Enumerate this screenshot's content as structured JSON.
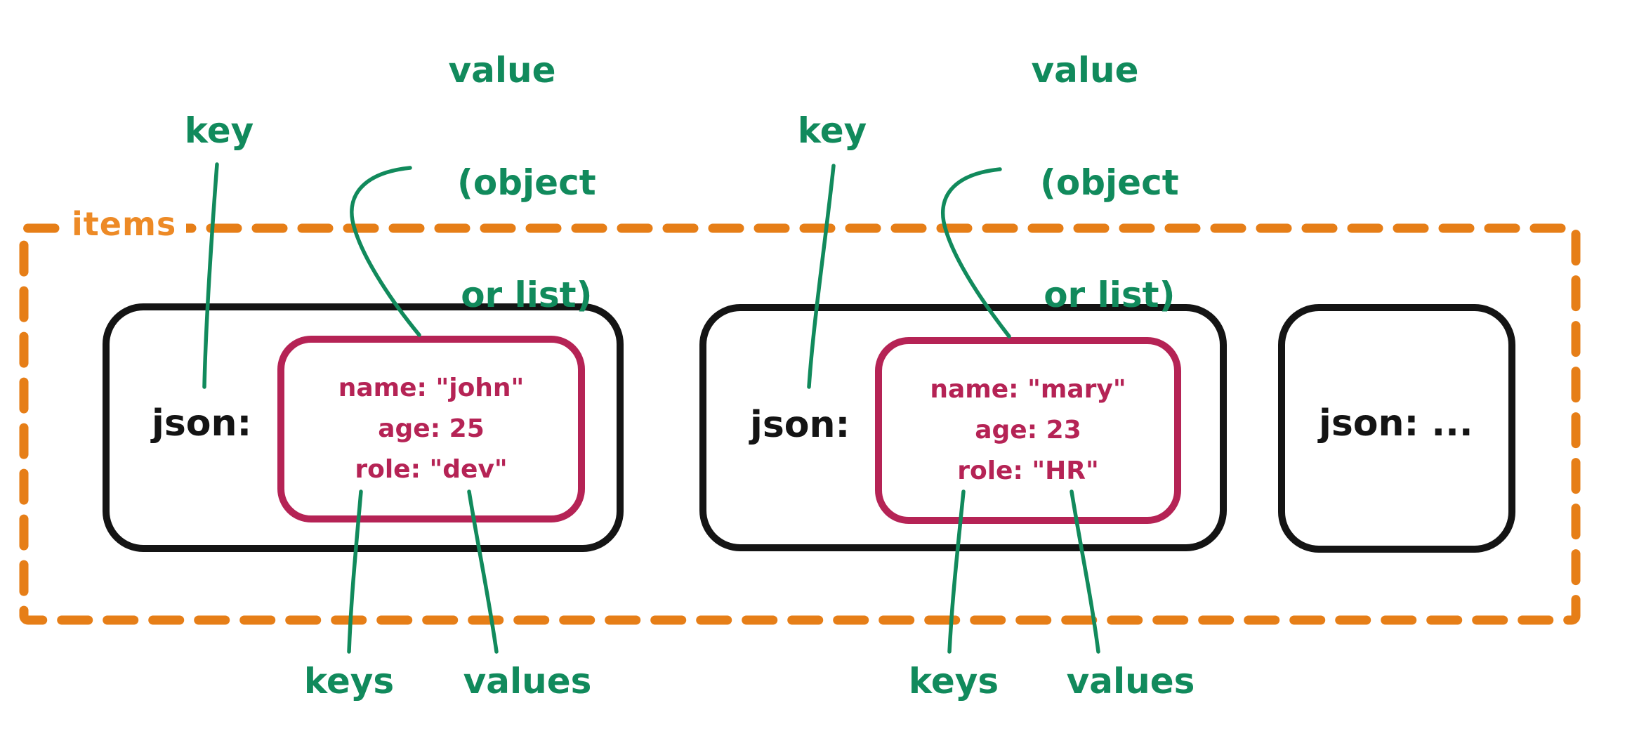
{
  "diagram": {
    "items_label": "items",
    "annotations": {
      "key_label": "key",
      "value_label_lines": [
        "value",
        "(object",
        "or list)"
      ],
      "keys_label": "keys",
      "values_label": "values"
    },
    "items": [
      {
        "key": "json:",
        "object_lines": [
          "name: \"john\"",
          "age: 25",
          "role: \"dev\""
        ]
      },
      {
        "key": "json:",
        "object_lines": [
          "name: \"mary\"",
          "age: 23",
          "role: \"HR\""
        ]
      },
      {
        "key": "json: ..."
      }
    ],
    "colors": {
      "green": "#118a5c",
      "orange": "#e67e17",
      "orange_text": "#ed8a26",
      "red": "#b52355",
      "ink": "#141414"
    }
  }
}
